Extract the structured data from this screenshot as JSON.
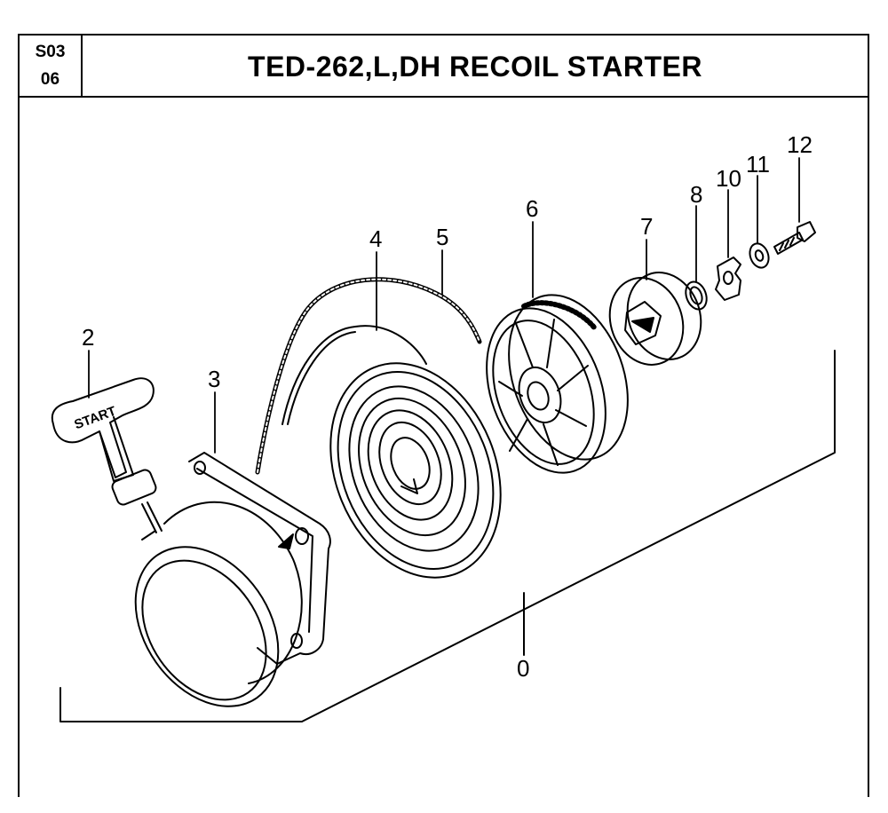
{
  "header": {
    "code_line1": "S03",
    "code_line2": "06",
    "title": "TED-262,L,DH RECOIL STARTER"
  },
  "handle_text": "START",
  "parts": [
    {
      "id": "0",
      "label": "0"
    },
    {
      "id": "2",
      "label": "2"
    },
    {
      "id": "3",
      "label": "3"
    },
    {
      "id": "4",
      "label": "4"
    },
    {
      "id": "5",
      "label": "5"
    },
    {
      "id": "6",
      "label": "6"
    },
    {
      "id": "7",
      "label": "7"
    },
    {
      "id": "8",
      "label": "8"
    },
    {
      "id": "10",
      "label": "10"
    },
    {
      "id": "11",
      "label": "11"
    },
    {
      "id": "12",
      "label": "12"
    }
  ]
}
